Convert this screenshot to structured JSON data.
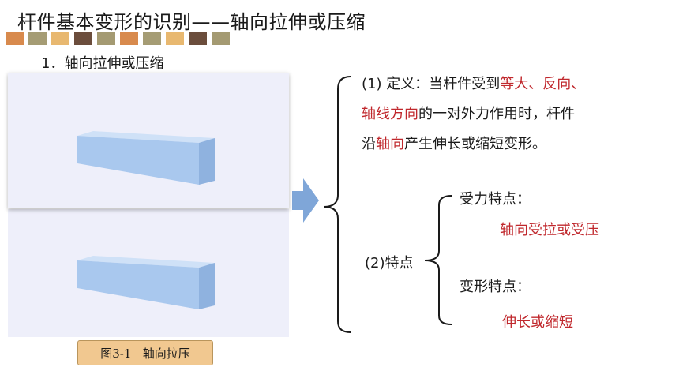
{
  "header": {
    "title": "杆件基本变形的识别——轴向拉伸或压缩",
    "swatch_colors": [
      "#d88a4d",
      "#a59c74",
      "#e8b870",
      "#6b4d3c",
      "#a49a72",
      "#d88a4d",
      "#a59c74",
      "#e8b870",
      "#6b4d3c",
      "#a49a72"
    ]
  },
  "subtitle": "1．轴向拉伸或压缩",
  "figure": {
    "caption": "图3-1   轴向拉压",
    "panel_color": "#eeeffa",
    "beam_colors": {
      "front": "#a9c8ee",
      "top": "#cfe1f7",
      "end": "#8fb2df"
    }
  },
  "definition": {
    "line1_prefix": "(1)  定义：当杆件受到",
    "line1_highlight": "等大、反向、",
    "line2_highlight": "轴线方向",
    "line2_suffix": "的一对外力作用时，杆件",
    "line3_prefix": "沿",
    "line3_highlight": "轴向",
    "line3_suffix": "产生伸长或缩短变形。"
  },
  "features": {
    "label": "(2)特点",
    "force_label": "受力特点：",
    "force_value": "轴向受拉或受压",
    "deform_label": "变形特点：",
    "deform_value": "伸长或缩短"
  },
  "colors": {
    "highlight": "#c0282d",
    "arrow": "#7fa6d8"
  }
}
